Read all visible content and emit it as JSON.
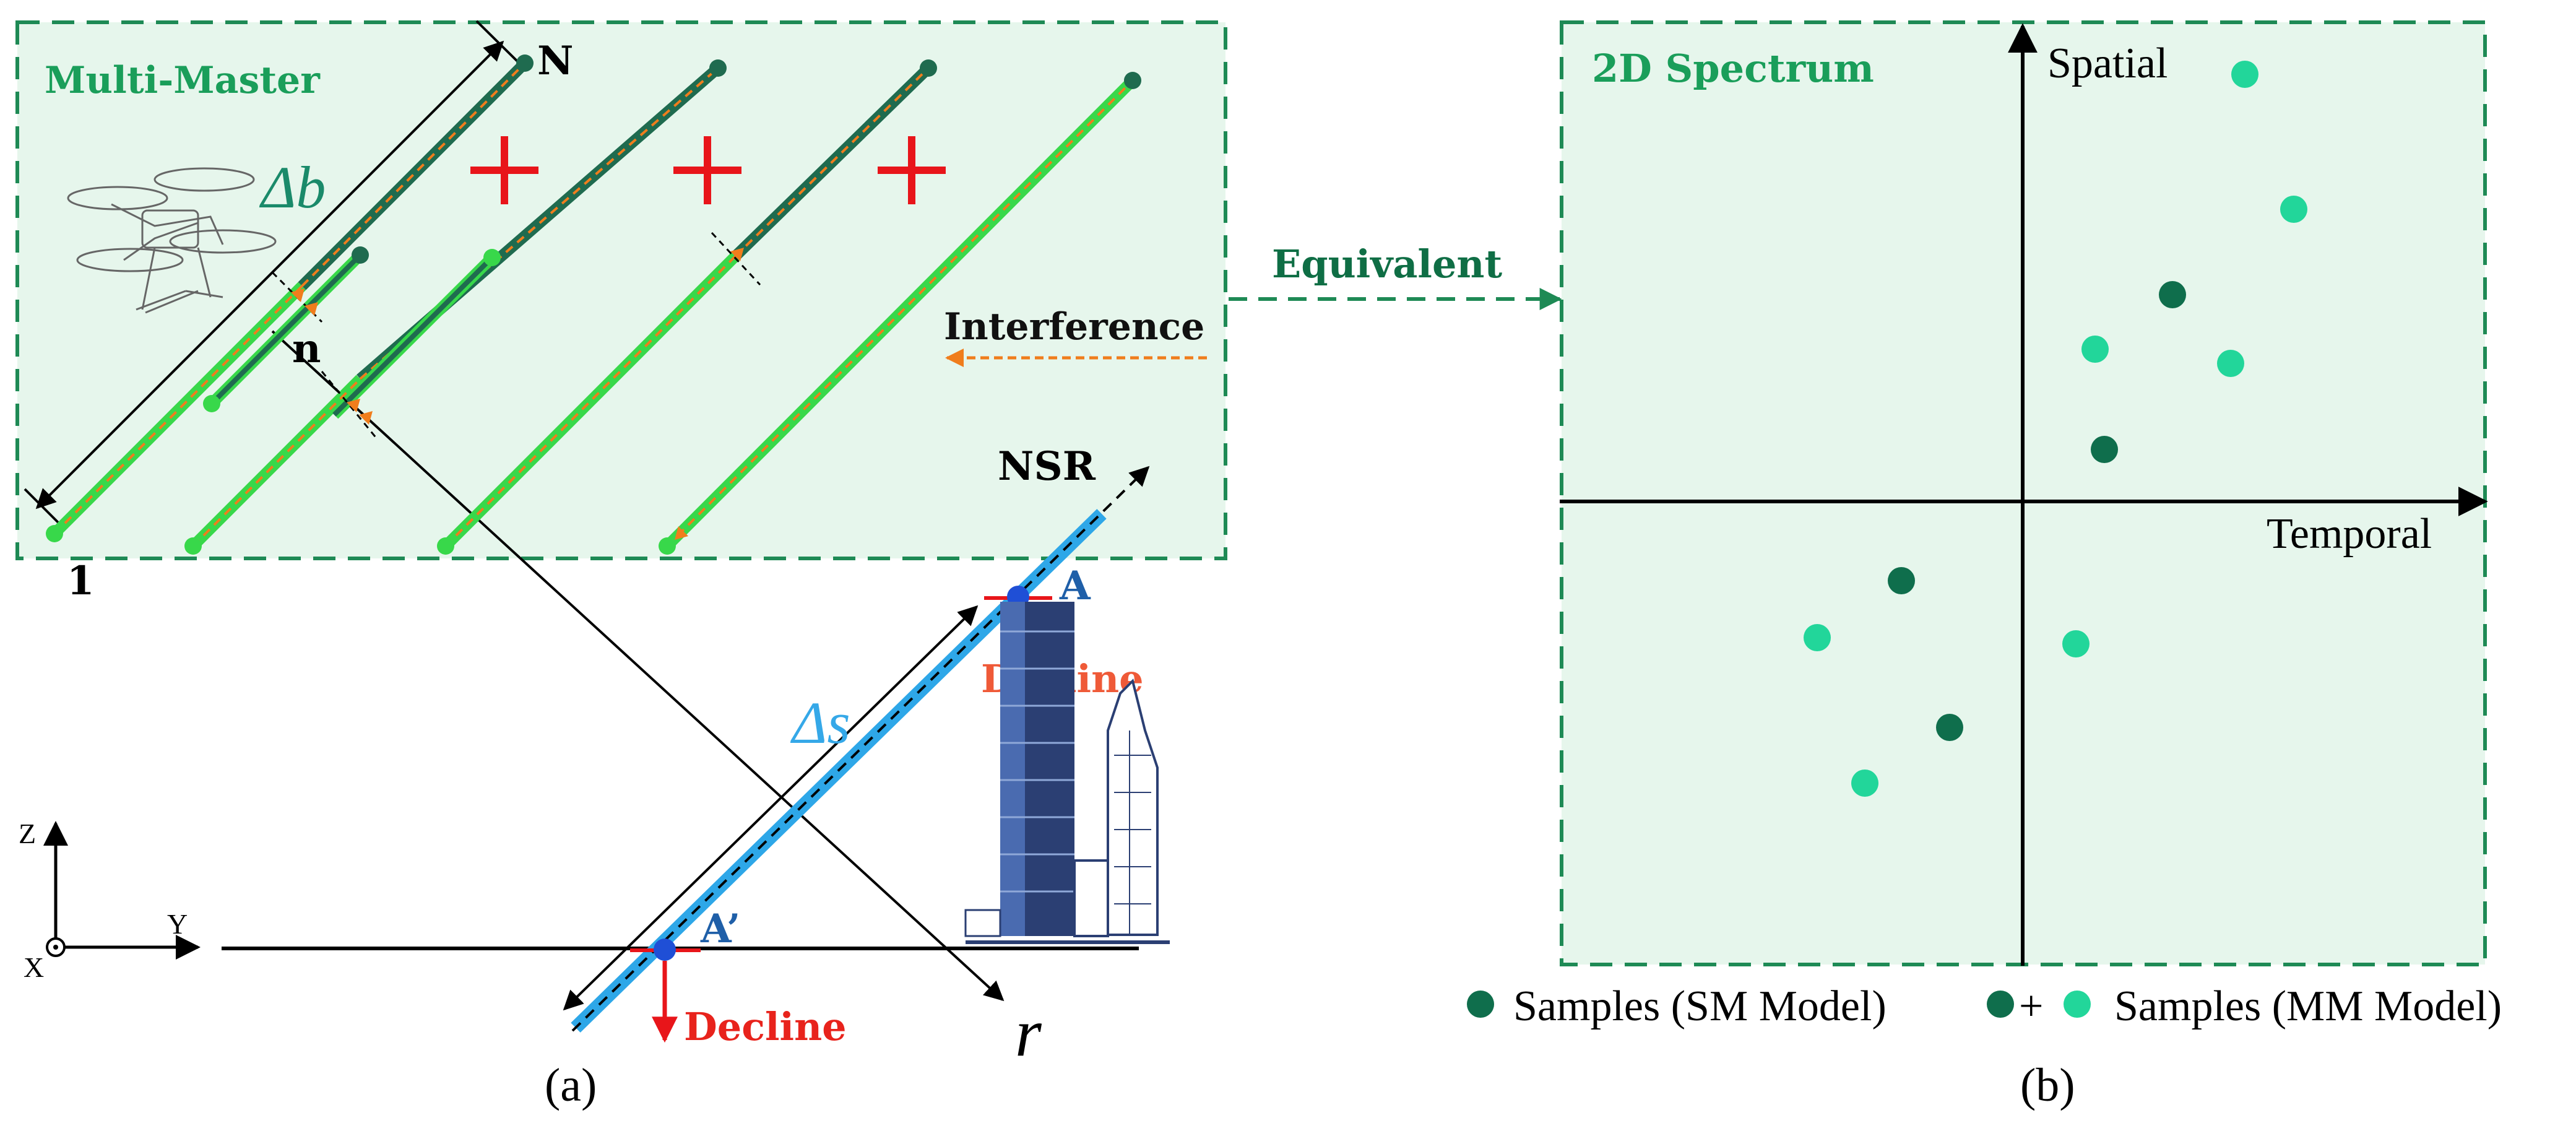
{
  "panel_a": {
    "title": "Multi-Master",
    "label_N": "N",
    "label_n": "n",
    "label_1": "1",
    "delta_b": "Δb",
    "interference": "Interference",
    "nsr": "NSR",
    "point_A": "A",
    "point_A_prime": "A’",
    "delta_s": "Δs",
    "decline_top": "Decline",
    "decline_bottom": "Decline",
    "range_axis": "r",
    "axis_z": "Z",
    "axis_y": "Y",
    "axis_x": "X",
    "caption": "(a)"
  },
  "connector": {
    "label": "Equivalent"
  },
  "panel_b": {
    "title": "2D Spectrum",
    "y_axis_label": "Spatial",
    "x_axis_label": "Temporal",
    "legend_sm": "Samples (SM Model)",
    "legend_plus": "+",
    "legend_mm": "Samples (MM Model)",
    "caption": "(b)"
  },
  "colors": {
    "box_fill": "#e6f6ec",
    "box_border": "#1e8a55",
    "sm_point": "#0f6e4c",
    "mm_point": "#22d69a",
    "track_green": "#38d84a",
    "track_dark": "#1f6b4f",
    "los_blue": "#2ea7e8",
    "cross_red": "#e8151a",
    "interference_orange": "#f07d1c"
  }
}
